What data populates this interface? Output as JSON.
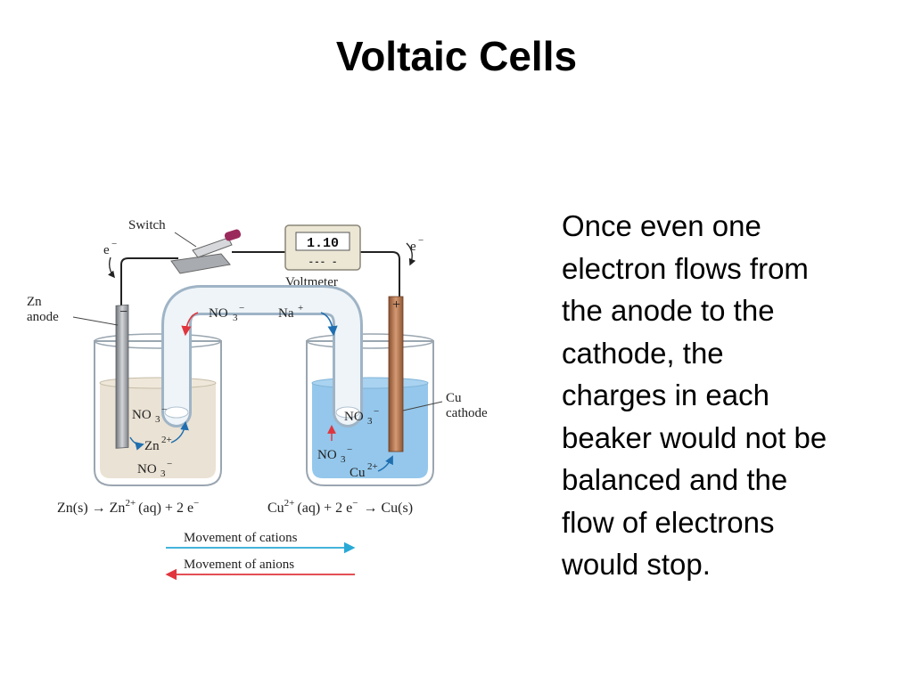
{
  "title": "Voltaic Cells",
  "body_lines": [
    "Once even one",
    "electron flows from",
    "the anode to the",
    "cathode, the",
    "charges in each",
    "beaker would not be",
    "balanced and the",
    "flow of electrons",
    "would stop."
  ],
  "diagram": {
    "switch": "Switch",
    "voltmeter": "Voltmeter",
    "voltmeter_reading": "1.10",
    "voltmeter_dashes": "--- -",
    "electron_left": "e",
    "electron_right": "e",
    "electron_sup": "−",
    "zn_label_1": "Zn",
    "zn_label_2": "anode",
    "cu_label_1": "Cu",
    "cu_label_2": "cathode",
    "minus_sign": "−",
    "plus_sign": "+",
    "bridge_anion": "NO",
    "bridge_cation": "Na",
    "cation_sup": "+",
    "ion_no3": "NO",
    "sub3": "3",
    "sup_minus": "−",
    "zn_ion": "Zn",
    "cu_ion": "Cu",
    "sup_2plus": "2+",
    "eq_left": "Zn(s) → Zn",
    "eq_left_sup": "2+",
    "eq_left_rest": "(aq) + 2 e",
    "eq_minus": "−",
    "eq_right": "Cu",
    "eq_right_sup": "2+",
    "eq_right_rest": "(aq) + 2 e",
    "eq_right_end": "→ Cu(s)",
    "legend_cations": "Movement of cations",
    "legend_anions": "Movement of anions"
  },
  "colors": {
    "cation_arrow": "#29a9d6",
    "anion_arrow": "#e0353d",
    "zn_solution": "#e8dfcf",
    "cu_solution": "#8ec4ea",
    "copper": "#b8734c",
    "zinc": "#9a9da2"
  }
}
